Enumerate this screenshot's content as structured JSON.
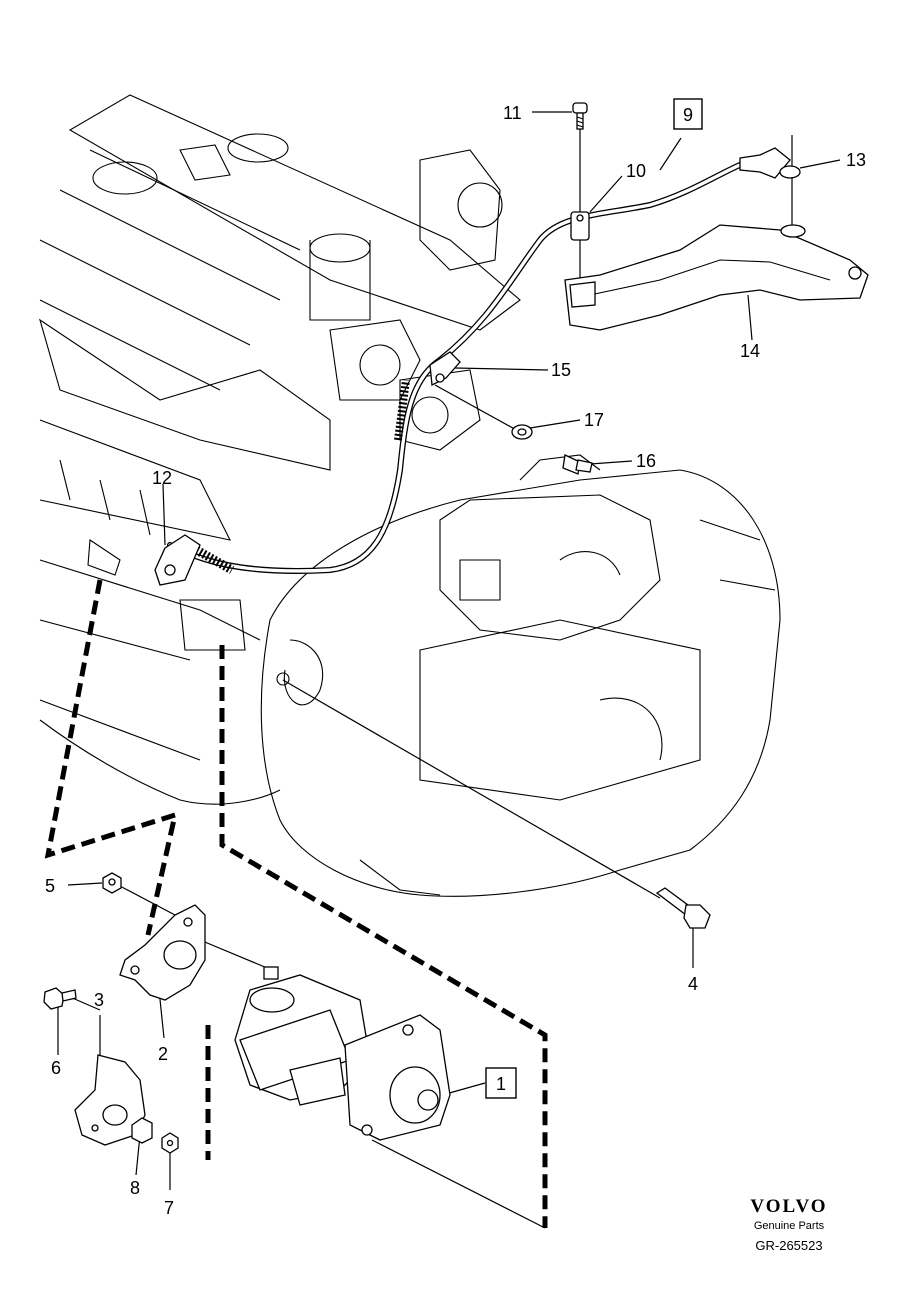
{
  "callouts": {
    "c1": "1",
    "c2": "2",
    "c3": "3",
    "c4": "4",
    "c5": "5",
    "c6": "6",
    "c7": "7",
    "c8": "8",
    "c9": "9",
    "c10": "10",
    "c11": "11",
    "c12": "12",
    "c13": "13",
    "c14": "14",
    "c15": "15",
    "c16": "16",
    "c17": "17"
  },
  "brand": {
    "logo": "VOLVO",
    "tagline": "Genuine Parts"
  },
  "reference_code": "GR-265523"
}
